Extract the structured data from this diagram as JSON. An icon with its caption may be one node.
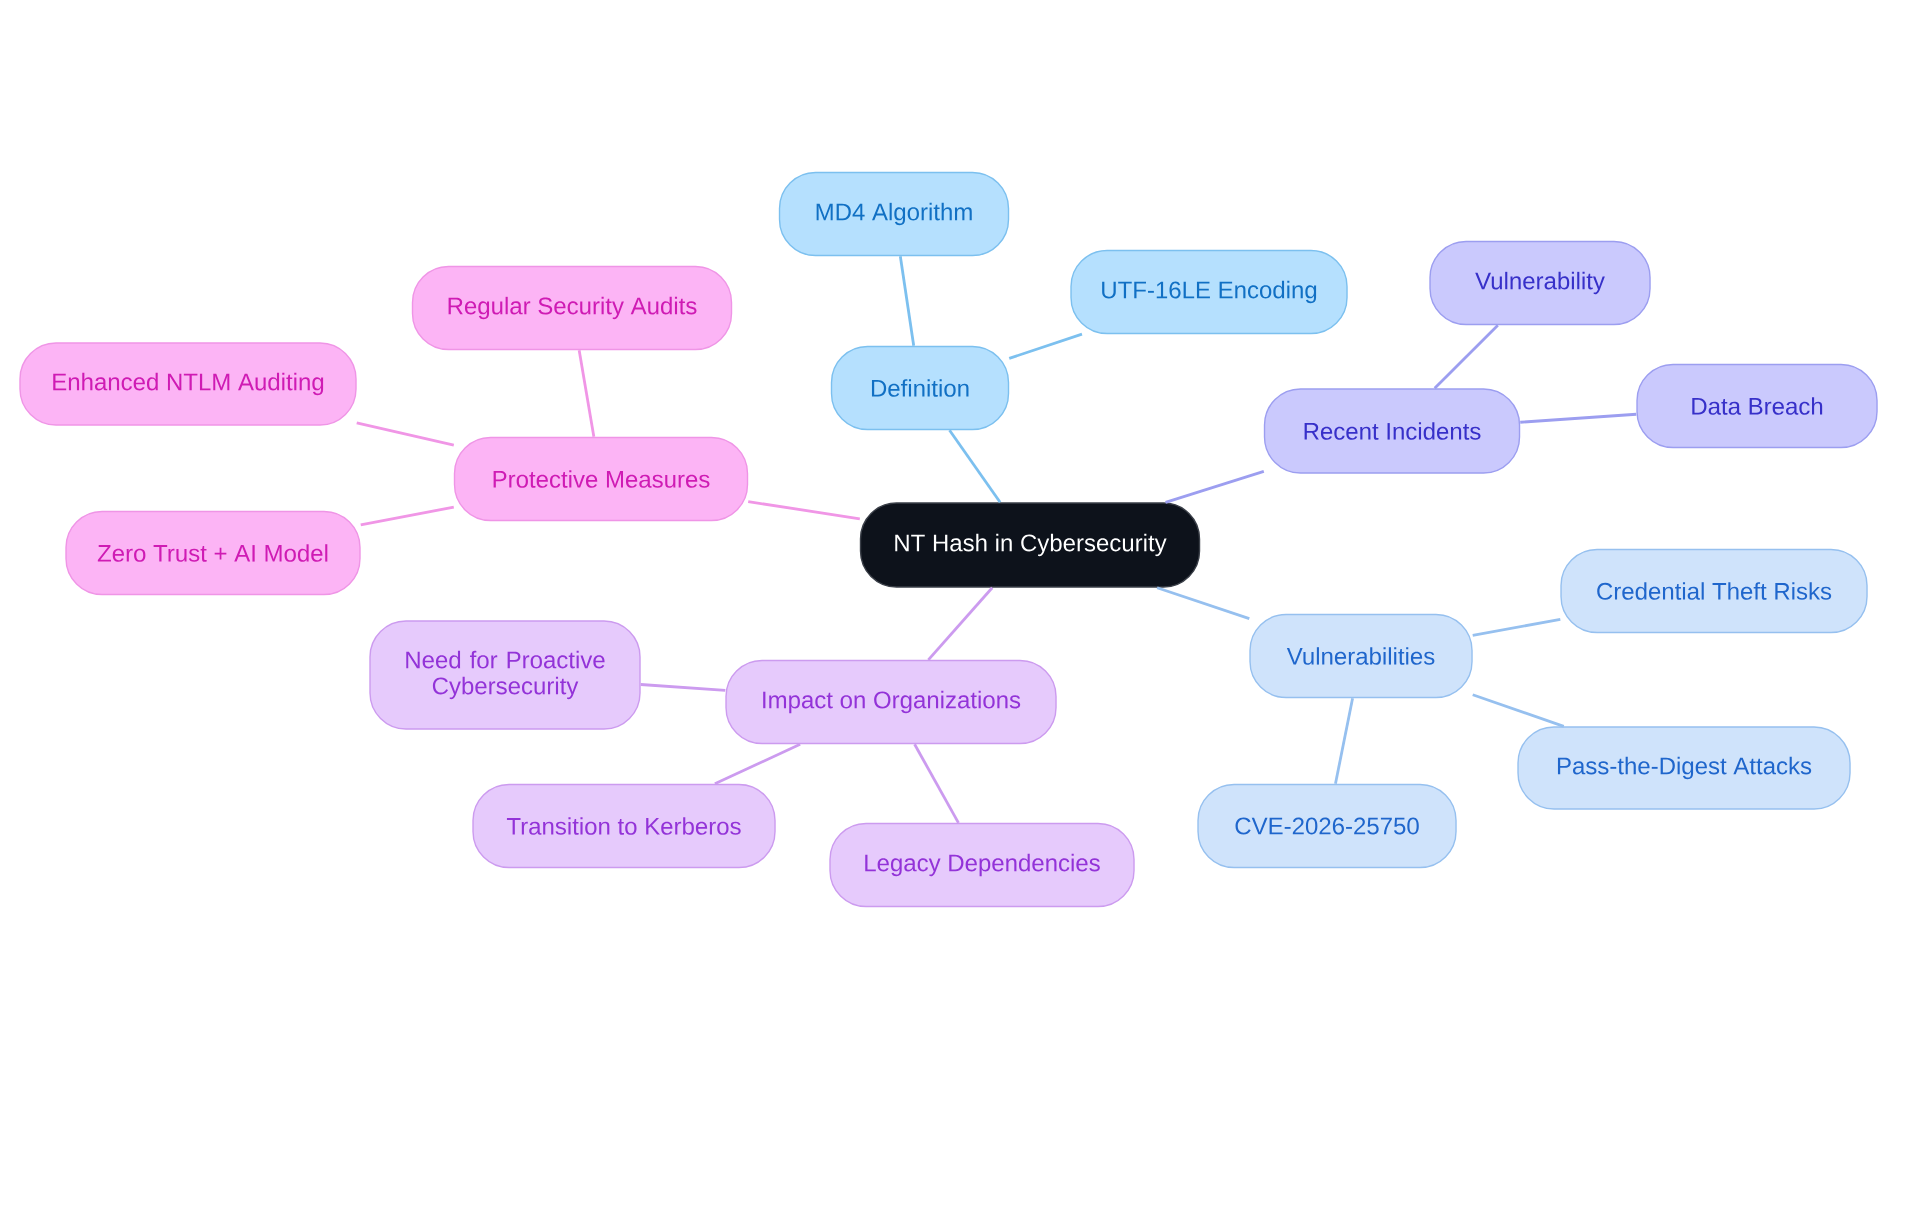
{
  "diagram": {
    "nodes": [
      {
        "text": [
          "NT Hash in Cybersecurity"
        ]
      },
      {
        "text": [
          "Definition"
        ]
      },
      {
        "text": [
          "MD4 Algorithm"
        ]
      },
      {
        "text": [
          "UTF-16LE Encoding"
        ]
      },
      {
        "text": [
          "Recent Incidents"
        ]
      },
      {
        "text": [
          "Vulnerability"
        ]
      },
      {
        "text": [
          "Data Breach"
        ]
      },
      {
        "text": [
          "Vulnerabilities"
        ]
      },
      {
        "text": [
          "Credential Theft Risks"
        ]
      },
      {
        "text": [
          "Pass-the-Digest Attacks"
        ]
      },
      {
        "text": [
          "CVE-2026-25750"
        ]
      },
      {
        "text": [
          "Impact on Organizations"
        ]
      },
      {
        "text": [
          "Need for Proactive Cybersecurity"
        ]
      },
      {
        "text": [
          "Transition to Kerberos"
        ]
      },
      {
        "text": [
          "Legacy Dependencies"
        ]
      },
      {
        "text": [
          "Protective Measures"
        ]
      },
      {
        "text": [
          "Regular Security Audits"
        ]
      },
      {
        "text": [
          "Enhanced NTLM Auditing"
        ]
      },
      {
        "text": [
          "Zero Trust + AI Model"
        ]
      }
    ],
    "edges": [
      {
        "from": 0,
        "to": 1,
        "arrow": "none",
        "color": "#7cc0ef"
      },
      {
        "from": 1,
        "to": 2,
        "arrow": "none",
        "color": "#7cc0ef"
      },
      {
        "from": 1,
        "to": 3,
        "arrow": "none",
        "color": "#7cc0ef"
      },
      {
        "from": 0,
        "to": 4,
        "arrow": "none",
        "color": "#9c9ef0"
      },
      {
        "from": 4,
        "to": 5,
        "arrow": "none",
        "color": "#9c9ef0"
      },
      {
        "from": 4,
        "to": 6,
        "arrow": "none",
        "color": "#9c9ef0"
      },
      {
        "from": 0,
        "to": 7,
        "arrow": "none",
        "color": "#96c0ef"
      },
      {
        "from": 7,
        "to": 8,
        "arrow": "none",
        "color": "#96c0ef"
      },
      {
        "from": 7,
        "to": 9,
        "arrow": "none",
        "color": "#96c0ef"
      },
      {
        "from": 7,
        "to": 10,
        "arrow": "none",
        "color": "#96c0ef"
      },
      {
        "from": 0,
        "to": 11,
        "arrow": "none",
        "color": "#cc9bef"
      },
      {
        "from": 11,
        "to": 12,
        "arrow": "none",
        "color": "#cc9bef"
      },
      {
        "from": 11,
        "to": 13,
        "arrow": "none",
        "color": "#cc9bef"
      },
      {
        "from": 11,
        "to": 14,
        "arrow": "none",
        "color": "#cc9bef"
      },
      {
        "from": 0,
        "to": 15,
        "arrow": "none",
        "color": "#f096e6"
      },
      {
        "from": 15,
        "to": 16,
        "arrow": "none",
        "color": "#f096e6"
      },
      {
        "from": 15,
        "to": 17,
        "arrow": "none",
        "color": "#f096e6"
      },
      {
        "from": 15,
        "to": 18,
        "arrow": "none",
        "color": "#f096e6"
      }
    ]
  }
}
